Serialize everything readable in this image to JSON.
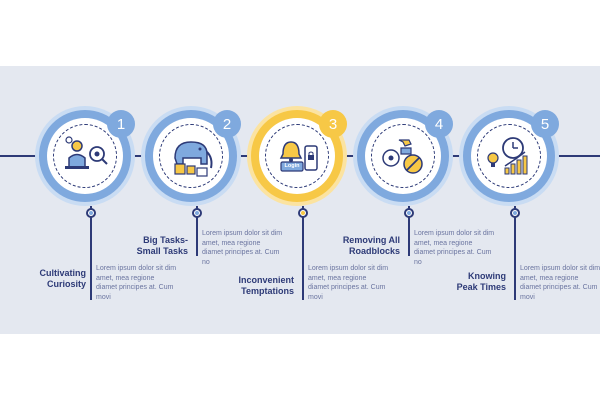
{
  "colors": {
    "navy": "#2d3a77",
    "blue": "#7fa9de",
    "blue_light": "#c9dcf3",
    "yellow": "#f7c846",
    "yellow_light": "#fbe3a1",
    "panel": "#e4e8f0"
  },
  "steps": [
    {
      "number": "1",
      "title": "Cultivating Curiosity",
      "title_lines": [
        "Cultivating",
        "Curiosity"
      ],
      "desc_lines": [
        "Lorem ipsum dolor sit dim",
        "amet, mea regione",
        "diamet principes at. Cum",
        "movi"
      ],
      "icon": "curiosity-icon",
      "accent": "blue"
    },
    {
      "number": "2",
      "title": "Big Tasks-Small Tasks",
      "title_lines": [
        "Big Tasks-",
        "Small Tasks"
      ],
      "desc_lines": [
        "Lorem ipsum dolor sit dim",
        "amet, mea regione",
        "diamet principes at. Cum",
        "no"
      ],
      "icon": "elephant-puzzle-icon",
      "accent": "blue"
    },
    {
      "number": "3",
      "title": "Inconvenient Temptations",
      "title_lines": [
        "Inconvenient",
        "Temptations"
      ],
      "desc_lines": [
        "Lorem ipsum dolor sit dim",
        "amet, mea regione",
        "diamet principes at. Cum",
        "movi"
      ],
      "icon": "login-notification-icon",
      "accent": "yellow",
      "icon_label": "Login"
    },
    {
      "number": "4",
      "title": "Removing All Roadblocks",
      "title_lines": [
        "Removing All",
        "Roadblocks"
      ],
      "desc_lines": [
        "Lorem ipsum dolor sit dim",
        "amet, mea regione",
        "diamet principes at. Cum",
        "no"
      ],
      "icon": "no-distractions-icon",
      "accent": "blue"
    },
    {
      "number": "5",
      "title": "Knowing Peak Times",
      "title_lines": [
        "Knowing",
        "Peak Times"
      ],
      "desc_lines": [
        "Lorem ipsum dolor sit dim",
        "amet, mea regione",
        "diamet principes at. Cum",
        "movi"
      ],
      "icon": "clock-chart-icon",
      "accent": "blue"
    }
  ]
}
